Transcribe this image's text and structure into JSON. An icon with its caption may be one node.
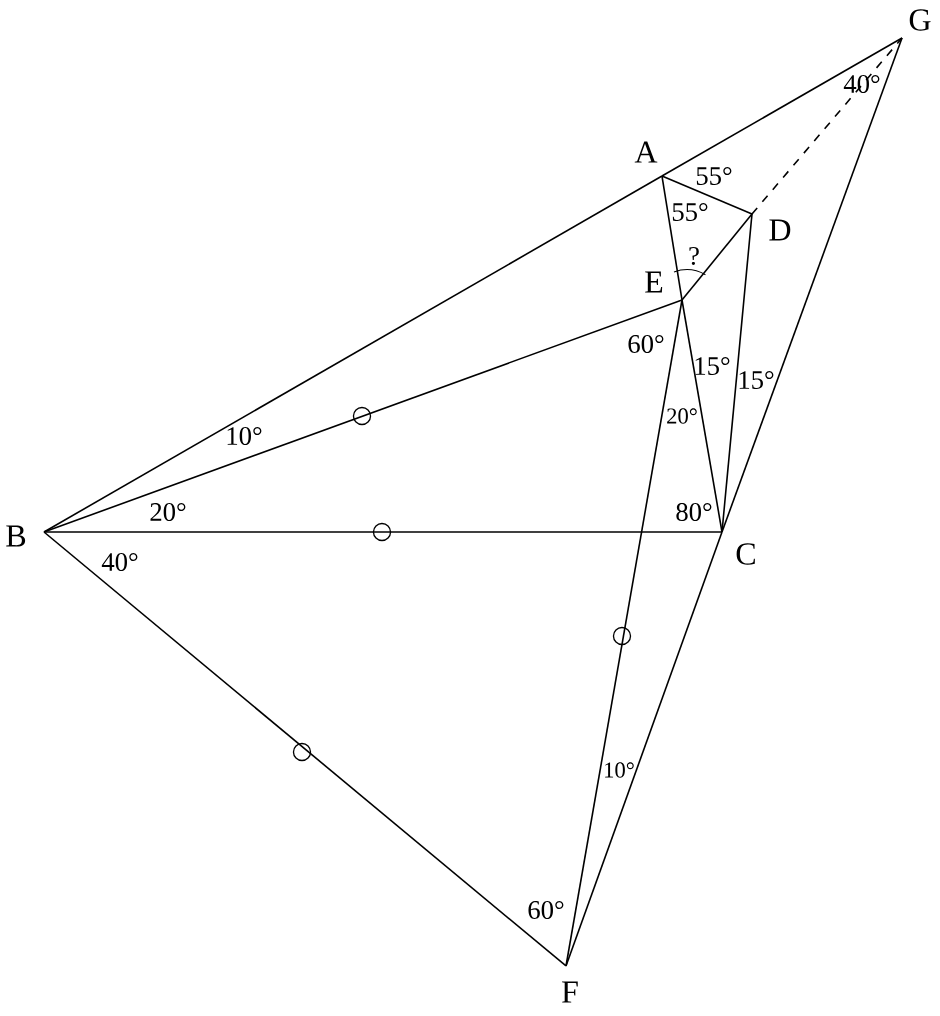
{
  "diagram": {
    "nodes": [
      {
        "text": [
          "A"
        ]
      },
      {
        "text": [
          "G"
        ]
      },
      {
        "text": [
          "D"
        ]
      },
      {
        "text": [
          "E"
        ]
      },
      {
        "text": [
          "B"
        ]
      },
      {
        "text": [
          "C"
        ]
      },
      {
        "text": [
          "F"
        ]
      }
    ],
    "edges": [
      {
        "from": 4,
        "to": 0,
        "arrow": "none"
      },
      {
        "from": 0,
        "to": 1,
        "arrow": "none"
      },
      {
        "from": 4,
        "to": 3,
        "arrow": "none"
      },
      {
        "from": 4,
        "to": 5,
        "arrow": "none"
      },
      {
        "from": 4,
        "to": 6,
        "arrow": "none"
      },
      {
        "from": 0,
        "to": 3,
        "arrow": "none"
      },
      {
        "from": 3,
        "to": 5,
        "arrow": "none"
      },
      {
        "from": 6,
        "to": 3,
        "arrow": "none"
      },
      {
        "from": 0,
        "to": 2,
        "arrow": "none"
      },
      {
        "from": 3,
        "to": 2,
        "arrow": "none"
      },
      {
        "from": 2,
        "to": 5,
        "arrow": "none"
      },
      {
        "from": 1,
        "to": 5,
        "arrow": "none"
      },
      {
        "from": 5,
        "to": 6,
        "arrow": "none"
      },
      {
        "from": 2,
        "to": 1,
        "arrow": "none",
        "style": "dashed"
      }
    ],
    "labels": [
      "40°",
      "55°",
      "55°",
      "?",
      "60°",
      "15°",
      "15°",
      "10°",
      "20°",
      "20°",
      "80°",
      "40°",
      "10°",
      "60°"
    ]
  }
}
